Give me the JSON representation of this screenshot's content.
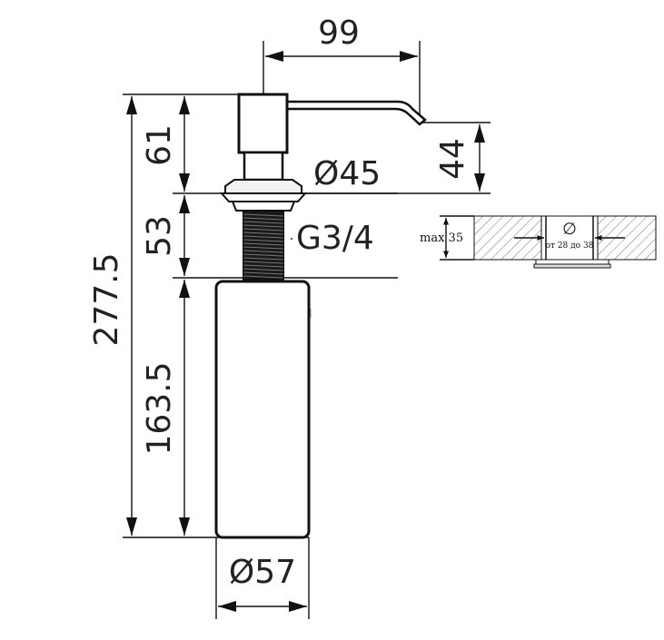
{
  "dimensions": {
    "spout_length": "99",
    "head_height": "61",
    "spout_height": "44",
    "flange_diameter": "Ø45",
    "thread_length": "53",
    "thread": "G3/4",
    "total_height": "277.5",
    "bottle_height": "163.5",
    "bottle_diameter": "Ø57"
  },
  "mount_detail": {
    "thickness_label": "max 35",
    "diameter_symbol": "∅",
    "hole_range": "от 28 до 38"
  }
}
